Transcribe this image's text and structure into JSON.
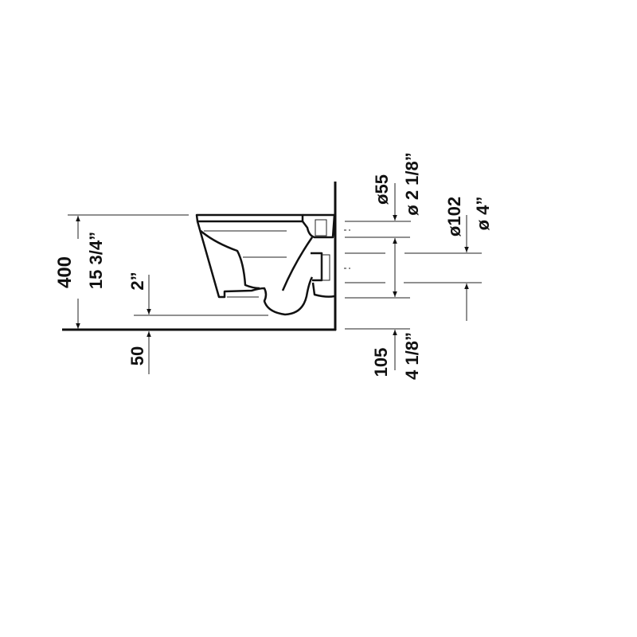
{
  "drawing": {
    "height_mm": "400",
    "height_in": "15 3/4”",
    "outlet_height_in": "2”",
    "outlet_height_mm": "50",
    "inlet_diameter_mm": "ø55",
    "inlet_diameter_in": "ø 2 1/8”",
    "outlet_diameter_mm": "ø102",
    "outlet_diameter_in": "ø 4”",
    "offset_mm": "105",
    "offset_in": "4 1/8”"
  },
  "colors": {
    "line": "#111111",
    "background": "#ffffff"
  }
}
